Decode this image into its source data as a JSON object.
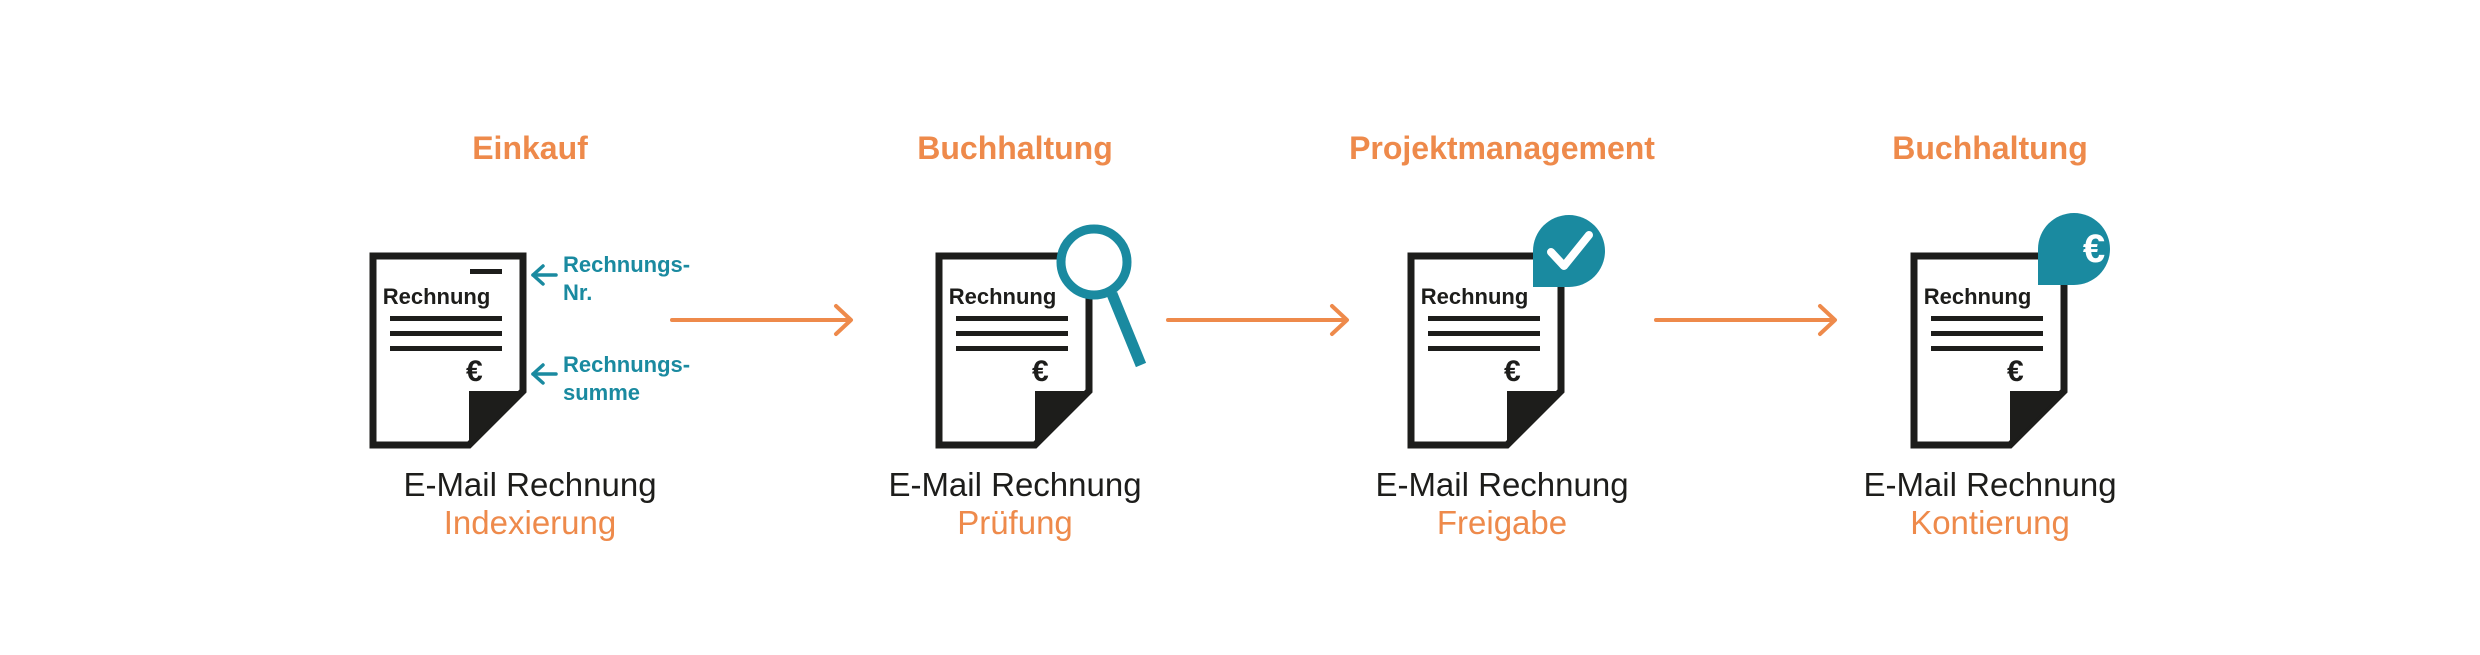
{
  "steps": [
    {
      "department": "Einkauf",
      "document_title": "Rechnung",
      "currency_symbol": "€",
      "caption_line1": "E-Mail Rechnung",
      "caption_line2": "Indexierung",
      "icon": "document-icon"
    },
    {
      "department": "Buchhaltung",
      "document_title": "Rechnung",
      "currency_symbol": "€",
      "caption_line1": "E-Mail Rechnung",
      "caption_line2": "Prüfung",
      "icon": "magnifier-icon"
    },
    {
      "department": "Projektmanagement",
      "document_title": "Rechnung",
      "currency_symbol": "€",
      "caption_line1": "E-Mail Rechnung",
      "caption_line2": "Freigabe",
      "icon": "checkmark-badge-icon"
    },
    {
      "department": "Buchhaltung",
      "document_title": "Rechnung",
      "currency_symbol": "€",
      "caption_line1": "E-Mail Rechnung",
      "caption_line2": "Kontierung",
      "icon": "euro-badge-icon"
    }
  ],
  "annotations": {
    "invoice_number": {
      "line1": "Rechnungs-",
      "line2": "Nr."
    },
    "invoice_total": {
      "line1": "Rechnungs-",
      "line2": "summe"
    }
  },
  "badges": {
    "euro_symbol": "€"
  },
  "colors": {
    "accent_orange": "#ee8a4b",
    "accent_teal": "#1a8aa0",
    "document_dark": "#1d1d1b"
  }
}
